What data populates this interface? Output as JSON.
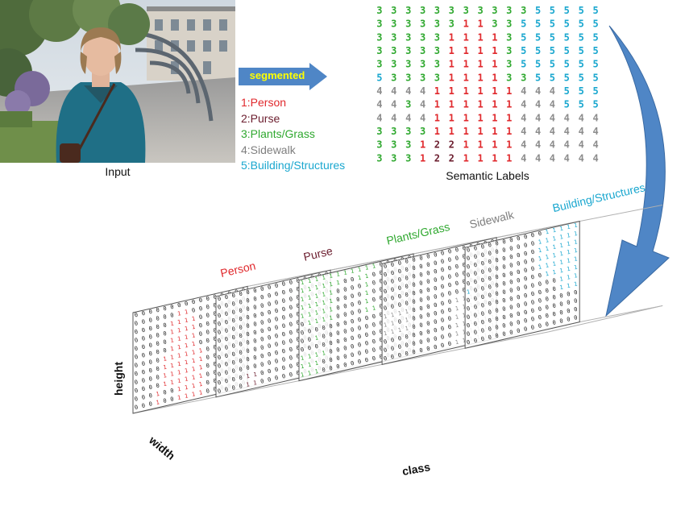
{
  "input": {
    "caption": "Input"
  },
  "segmented_arrow": {
    "label": "segmented",
    "fill": "#4f86c6"
  },
  "legend": [
    {
      "text": "1:Person",
      "color": "#e0282c"
    },
    {
      "text": "2:Purse",
      "color": "#6b1d2e"
    },
    {
      "text": "3:Plants/Grass",
      "color": "#2fa82f"
    },
    {
      "text": "4:Sidewalk",
      "color": "#7f7f7f"
    },
    {
      "text": "5:Building/Structures",
      "color": "#1aa7cf"
    }
  ],
  "label_grid": {
    "caption": "Semantic Labels",
    "colors": {
      "1": "#e0282c",
      "2": "#6b1d2e",
      "3": "#2fa82f",
      "4": "#8c8c8c",
      "5": "#1aa7cf"
    },
    "rows": [
      "3333333333355555",
      "3333331133555555",
      "3333311113555555",
      "3333311113555555",
      "3333311113555555",
      "5333311113355555",
      "4444111111444555",
      "4434111111444555",
      "4444111111444444",
      "3333111111444444",
      "3331221111444444",
      "3331221111444444"
    ]
  },
  "tensor": {
    "class_names": [
      {
        "text": "Person",
        "color": "#e0282c"
      },
      {
        "text": "Purse",
        "color": "#6b1d2e"
      },
      {
        "text": "Plants/Grass",
        "color": "#2fa82f"
      },
      {
        "text": "Sidewalk",
        "color": "#7f7f7f"
      },
      {
        "text": "Building/Structures",
        "color": "#1aa7cf"
      }
    ],
    "axis_height": "height",
    "axis_width": "width",
    "axis_class": "class",
    "zero": "0",
    "one": "1"
  }
}
